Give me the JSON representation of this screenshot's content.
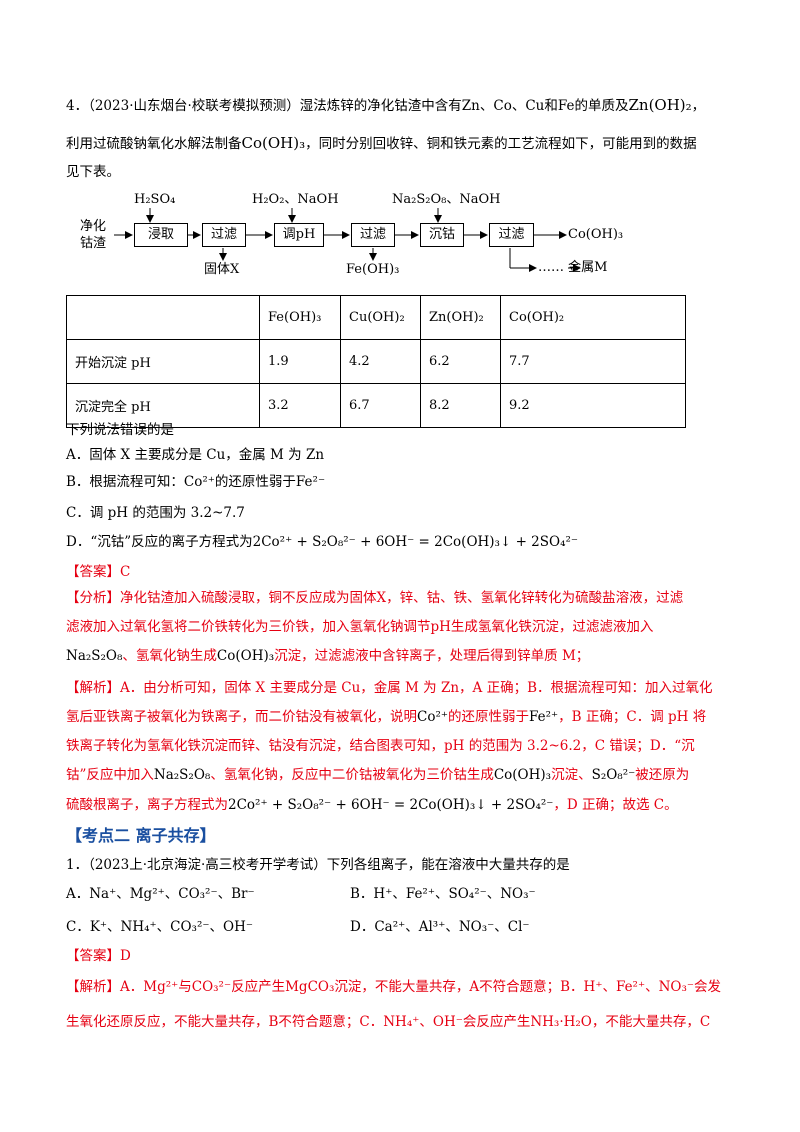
{
  "q4": {
    "number": "4．",
    "source": "（2023·山东烟台·校联考模拟预测）",
    "stem1": "湿法炼锌的净化钴渣中含有Zn、Co、Cu和Fe的单质及",
    "stem1_formula": "Zn(OH)₂",
    "stem1_end": "，",
    "stem2": "利用过硫酸钠氧化水解法制备",
    "stem2_formula": "Co(OH)₃",
    "stem2_end": "，同时分别回收锌、铜和铁元素的工艺流程如下，可能用到的数据",
    "stem3": "见下表。"
  },
  "flow": {
    "start1": "净化",
    "start2": "钴渣",
    "box1": "浸取",
    "box2": "过滤",
    "box3": "调pH",
    "box4": "过滤",
    "box5": "沉钴",
    "box6": "过滤",
    "reagent1": "H₂SO₄",
    "reagent2": "H₂O₂、NaOH",
    "reagent3": "Na₂S₂O₈、NaOH",
    "out1": "固体X",
    "out2": "Fe(OH)₃",
    "product1": "Co(OH)₃",
    "product2": "…… 金属M"
  },
  "table": {
    "headers": [
      "",
      "Fe(OH)₃",
      "Cu(OH)₂",
      "Zn(OH)₂",
      "Co(OH)₂"
    ],
    "rows": [
      [
        "开始沉淀 pH",
        "1.9",
        "4.2",
        "6.2",
        "7.7"
      ],
      [
        "沉淀完全 pH",
        "3.2",
        "6.7",
        "8.2",
        "9.2"
      ]
    ]
  },
  "options": {
    "prompt": "下列说法错误的是",
    "A": "A．固体 X 主要成分是 Cu，金属 M 为 Zn",
    "B_pre": "B．根据流程可知：",
    "B_mid": "的还原性弱于",
    "C": "C．调 pH 的范围为 3.2~7.7",
    "D_pre": "D．“沉钴”反应的离子方程式为"
  },
  "answer4": {
    "label": "【答案】",
    "value": "C"
  },
  "analysis": {
    "label": "【分析】",
    "line1": "净化钴渣加入硫酸浸取，铜不反应成为固体X，锌、钴、铁、氢氧化锌转化为硫酸盐溶液，过滤",
    "line2": "滤液加入过氧化氢将二价铁转化为三价铁，加入氢氧化钠调节pH生成氢氧化铁沉淀，过滤滤液加入",
    "line3_a": "、氢氧化钠生成",
    "line3_b": "沉淀，过滤滤液中含锌离子，处理后得到锌单质 M；"
  },
  "explain4": {
    "label": "【解析】",
    "line1": "A．由分析可知，固体 X 主要成分是 Cu，金属 M 为 Zn，A 正确；B．根据流程可知：加入过氧化",
    "line2_a": "氢后亚铁离子被氧化为铁离子，而二价钴没有被氧化，说明",
    "line2_b": "的还原性弱于",
    "line2_c": "，B 正确；C．调 pH 将",
    "line3": "铁离子转化为氢氧化铁沉淀而锌、钴没有沉淀，结合图表可知，pH 的范围为 3.2~6.2，C 错误；D．“沉",
    "line4_a": "钴”反应中加入",
    "line4_b": "、氢氧化钠，反应中二价钴被氧化为三价钴生成",
    "line4_c": "沉淀、",
    "line4_d": "被还原为",
    "line5_a": "硫酸根离子，离子方程式为",
    "line5_b": "，D 正确；故选 C。"
  },
  "section2": {
    "title": "【考点二  离子共存】"
  },
  "q1": {
    "stem": "1．（2023上·北京海淀·高三校考开学考试）下列各组离子，能在溶液中大量共存的是",
    "A": "A．Na⁺、Mg²⁺、CO₃²⁻、Br⁻",
    "B": "B．H⁺、Fe²⁺、SO₄²⁻、NO₃⁻",
    "C": "C．K⁺、NH₄⁺、CO₃²⁻、OH⁻",
    "D": "D．Ca²⁺、Al³⁺、NO₃⁻、Cl⁻",
    "answer_label": "【答案】",
    "answer_value": "D",
    "explain_label": "【解析】",
    "explain1": "A．Mg²⁺与CO₃²⁻反应产生MgCO₃沉淀，不能大量共存，A不符合题意；B．H⁺、Fe²⁺、NO₃⁻会发",
    "explain2": "生氧化还原反应，不能大量共存，B不符合题意；C．NH₄⁺、OH⁻会反应产生NH₃·H₂O，不能大量共存，C"
  },
  "formulas": {
    "co2": "Co²⁺",
    "fe2": "Fe²⁻",
    "fe2b": "Fe²⁺",
    "na2s2o8": "Na₂S₂O₈",
    "coOH3": "Co(OH)₃",
    "s2o8": "S₂O₈²⁻",
    "eq": "2Co²⁺ + S₂O₈²⁻ + 6OH⁻ = 2Co(OH)₃↓ + 2SO₄²⁻"
  }
}
